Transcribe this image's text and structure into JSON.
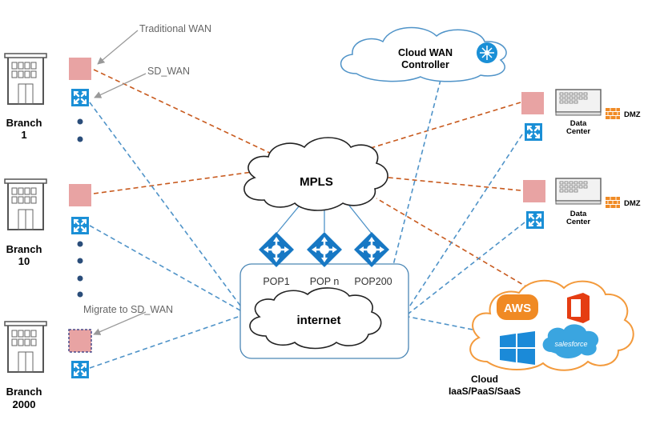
{
  "colors": {
    "traditional_wan": "#e8a3a3",
    "sd_wan": "#1a8fd6",
    "orange_dashed": "#c85a1e",
    "blue_dashed": "#4f93c8",
    "callout": "#999999",
    "internet_box": "#4a86b5",
    "pop_blue": "#1778c4",
    "aws_orange": "#f08a24",
    "office_red": "#e53d12",
    "windows_blue": "#1b8ad8",
    "salesforce_blue": "#3aa5e0",
    "cloud_orange": "#f39a3c"
  },
  "callouts": {
    "traditional_wan": "Traditional WAN",
    "sd_wan": "SD_WAN",
    "migrate": "Migrate to SD_WAN"
  },
  "branches": [
    {
      "name": "Branch",
      "number": "1"
    },
    {
      "name": "Branch",
      "number": "10"
    },
    {
      "name": "Branch",
      "number": "2000"
    }
  ],
  "cloud_wan_controller": {
    "line1": "Cloud WAN",
    "line2": "Controller"
  },
  "mpls": "MPLS",
  "internet": "internet",
  "pops": [
    "POP1",
    "POP n",
    "POP200"
  ],
  "data_centers": [
    {
      "line1": "Data",
      "line2": "Center",
      "dmz": "DMZ"
    },
    {
      "line1": "Data",
      "line2": "Center",
      "dmz": "DMZ"
    }
  ],
  "saas": {
    "aws": "AWS",
    "salesforce": "salesforce",
    "label_line1": "Cloud",
    "label_line2": "IaaS/PaaS/SaaS"
  },
  "icons": [
    "building-icon",
    "router-icon",
    "sdwan-appliance-icon",
    "mpls-cloud-icon",
    "internet-cloud-icon",
    "pop-router-icon",
    "controller-icon",
    "server-icon",
    "firewall-icon",
    "aws-icon",
    "office-icon",
    "windows-icon",
    "salesforce-icon"
  ]
}
